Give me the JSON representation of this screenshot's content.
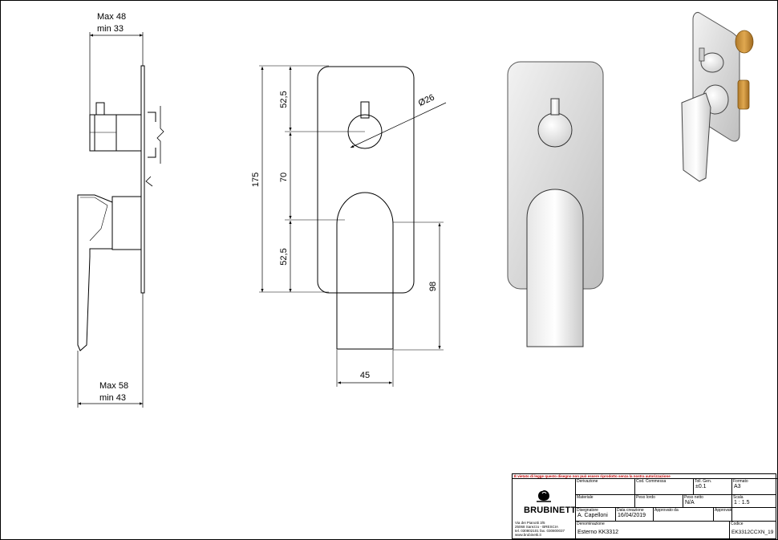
{
  "drawing": {
    "side_view": {
      "top_dim": {
        "max": "Max 48",
        "min": "min 33"
      },
      "bottom_dim": {
        "max": "Max 58",
        "min": "min 43"
      }
    },
    "front_view": {
      "dims": {
        "top_section": "52,5",
        "middle_section": "70",
        "bottom_section": "52,5",
        "total_height": "175",
        "diameter": "Ø26",
        "handle_height": "98",
        "handle_width": "45"
      }
    }
  },
  "title_block": {
    "warning": "È vietato di legge questo disegno non può essere riprodotto senza la nostra autorizzazione",
    "logo": {
      "icon": "brand-logo-icon",
      "name": "BRUBINETTI"
    },
    "address": [
      "Via dei Pianotti 3/5",
      "25068 Sarezzo - BRESCIA",
      "tel. 030802101 fax. 030800037",
      "www.brubinetti.it"
    ],
    "fields": {
      "derivazione": {
        "label": "Derivazione",
        "value": ""
      },
      "cod_commessa": {
        "label": "Cod. Commessa",
        "value": ""
      },
      "toll_gen": {
        "label": "Toll. Gen.",
        "value": "±0.1"
      },
      "formato": {
        "label": "Formato",
        "value": "A3"
      },
      "materiale": {
        "label": "Materiale",
        "value": ""
      },
      "peso_lordo": {
        "label": "Peso lordo",
        "value": ""
      },
      "peso_netto": {
        "label": "Peso netto",
        "value": "N/A"
      },
      "scala": {
        "label": "Scala",
        "value": "1 : 1.5"
      },
      "disegnatore": {
        "label": "Disegnatore",
        "value": "A. Capelloni"
      },
      "data_creazione": {
        "label": "Data creazione",
        "value": "16/04/2019"
      },
      "approvato_da": {
        "label": "Approvato da",
        "value": ""
      },
      "approvato_il": {
        "label": "Approvato il",
        "value": ""
      },
      "denominazione": {
        "label": "Denominazione",
        "value": "Esterno  KK3312"
      },
      "codice": {
        "label": "Codice",
        "value": "EK3312CCXN_19"
      }
    },
    "projection_icon": "first-angle-projection-icon"
  }
}
